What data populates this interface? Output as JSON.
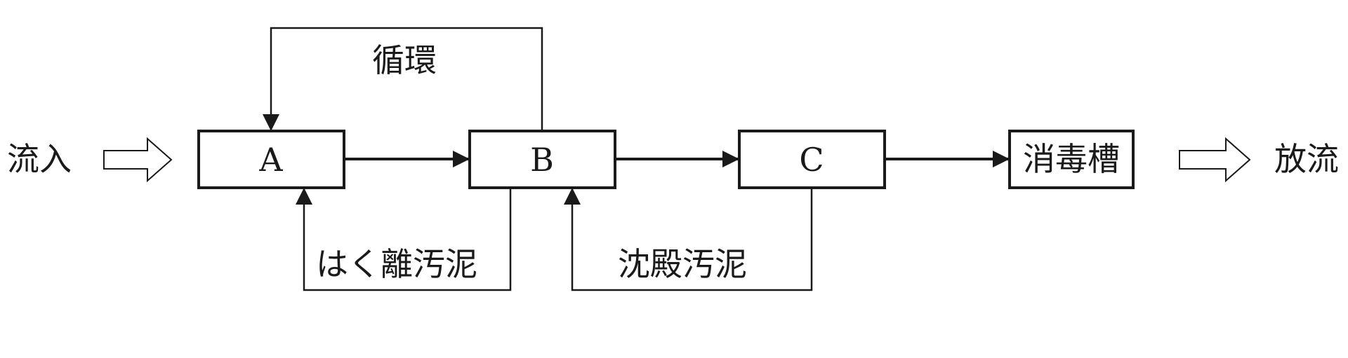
{
  "inflow_label": "流入",
  "outflow_label": "放流",
  "boxes": {
    "a": "A",
    "b": "B",
    "c": "C",
    "disinfection": "消毒槽"
  },
  "flows": {
    "recirculation": "循環",
    "detached_sludge": "はく離汚泥",
    "settled_sludge": "沈殿汚泥"
  }
}
